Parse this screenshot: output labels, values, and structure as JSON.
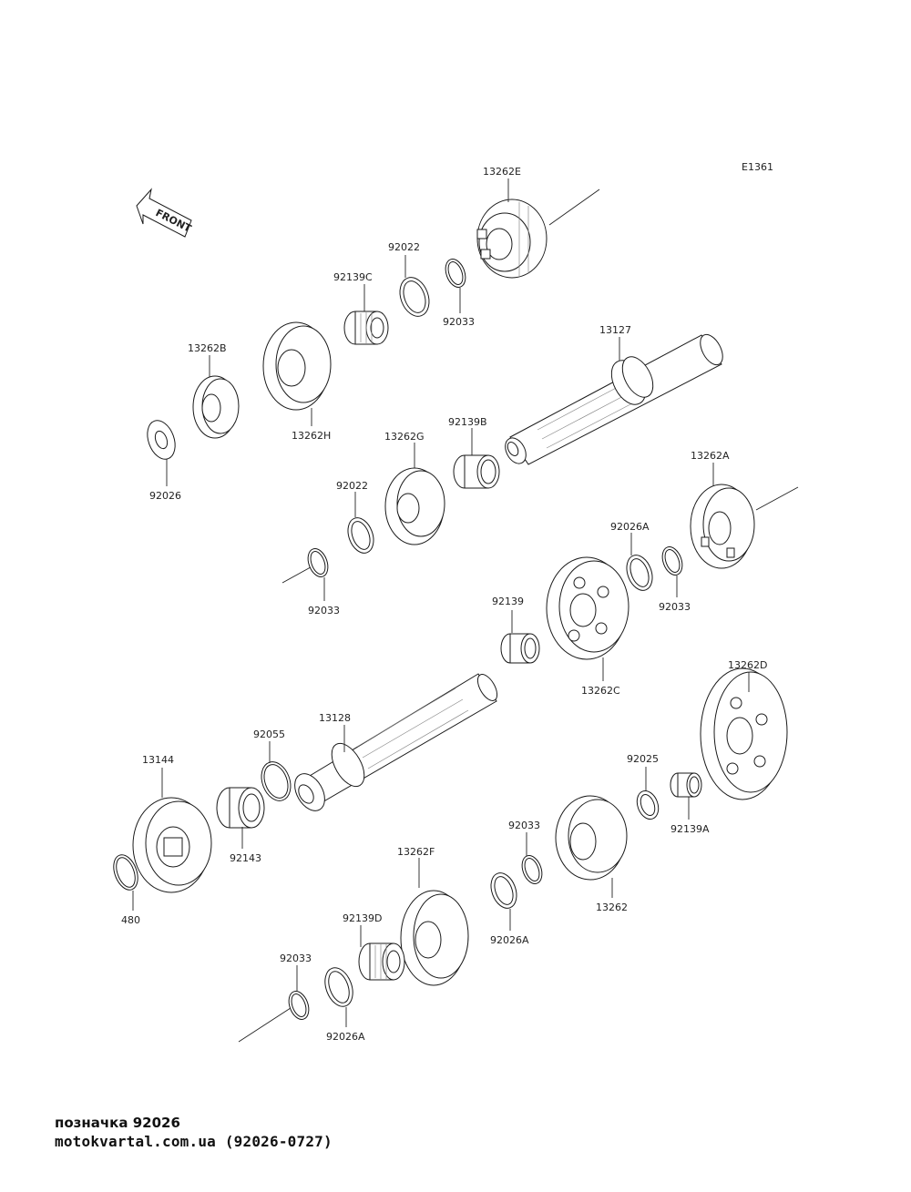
{
  "diagram_code": "E1361",
  "front_label": "FRONT",
  "labels": {
    "p13262E": "13262E",
    "p92022a": "92022",
    "p92139C": "92139C",
    "p92033a": "92033",
    "p13127": "13127",
    "p13262B": "13262B",
    "p13262H": "13262H",
    "p92026": "92026",
    "p13262G": "13262G",
    "p92139B": "92139B",
    "p92022b": "92022",
    "p92033b": "92033",
    "p13262A": "13262A",
    "p92026Aa": "92026A",
    "p92033c": "92033",
    "p92139": "92139",
    "p13262C": "13262C",
    "p13128": "13128",
    "p92055": "92055",
    "p13262D": "13262D",
    "p13144": "13144",
    "p92143": "92143",
    "p92025": "92025",
    "p92139A": "92139A",
    "p480": "480",
    "p92033d": "92033",
    "p13262F": "13262F",
    "p13262": "13262",
    "p92026Ab": "92026A",
    "p92139D": "92139D",
    "p92033e": "92033",
    "p92026Ac": "92026A"
  },
  "caption": {
    "line1": "позначка 92026",
    "line2": "motokvartal.com.ua (92026-0727)"
  }
}
